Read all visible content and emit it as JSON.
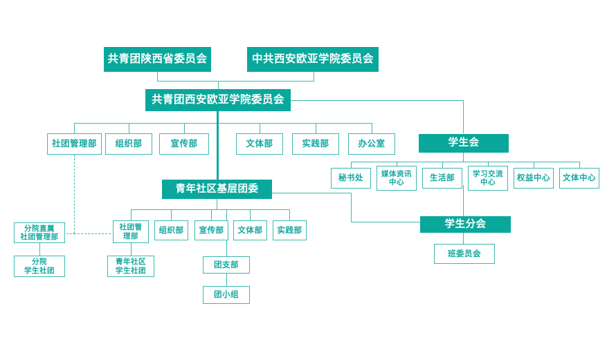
{
  "meta": {
    "title": "共青团西安欧亚学院委员会组织架构图",
    "accent_color": "#0aa89c",
    "outline_color": "#3cb8ae",
    "text_color_on_accent": "#ffffff",
    "background": "#ffffff"
  },
  "nodes": {
    "province_committee": "共青团陕西省委员会",
    "party_committee": "中共西安欧亚学院委员会",
    "school_youth_committee": "共青团西安欧亚学院委员会",
    "dept_club_management": "社团管理部",
    "dept_organization": "组织部",
    "dept_propaganda": "宣传部",
    "dept_culture_sports": "文体部",
    "dept_practice": "实践部",
    "dept_office": "办公室",
    "student_union": "学生会",
    "su_secretariat": "秘书处",
    "su_media_info_center": "媒体资讯\n中心",
    "su_life_dept": "生活部",
    "su_study_exchange_center": "学习交流\n中心",
    "su_rights_center": "权益中心",
    "su_culture_sports_center": "文体中心",
    "youth_community_committee": "青年社区基层团委",
    "branch_direct_club_mgmt": "分院直属\n社团管理部",
    "branch_student_clubs": "分院\n学生社团",
    "ycc_club_management": "社团管\n理部",
    "ycc_youth_community_clubs": "青年社区\n学生社团",
    "ycc_organization": "组织部",
    "ycc_propaganda": "宣传部",
    "ycc_culture_sports": "文体部",
    "ycc_practice": "实践部",
    "league_branch": "团支部",
    "league_group": "团小组",
    "student_sub_association": "学生分会",
    "class_committee": "班委员会"
  }
}
